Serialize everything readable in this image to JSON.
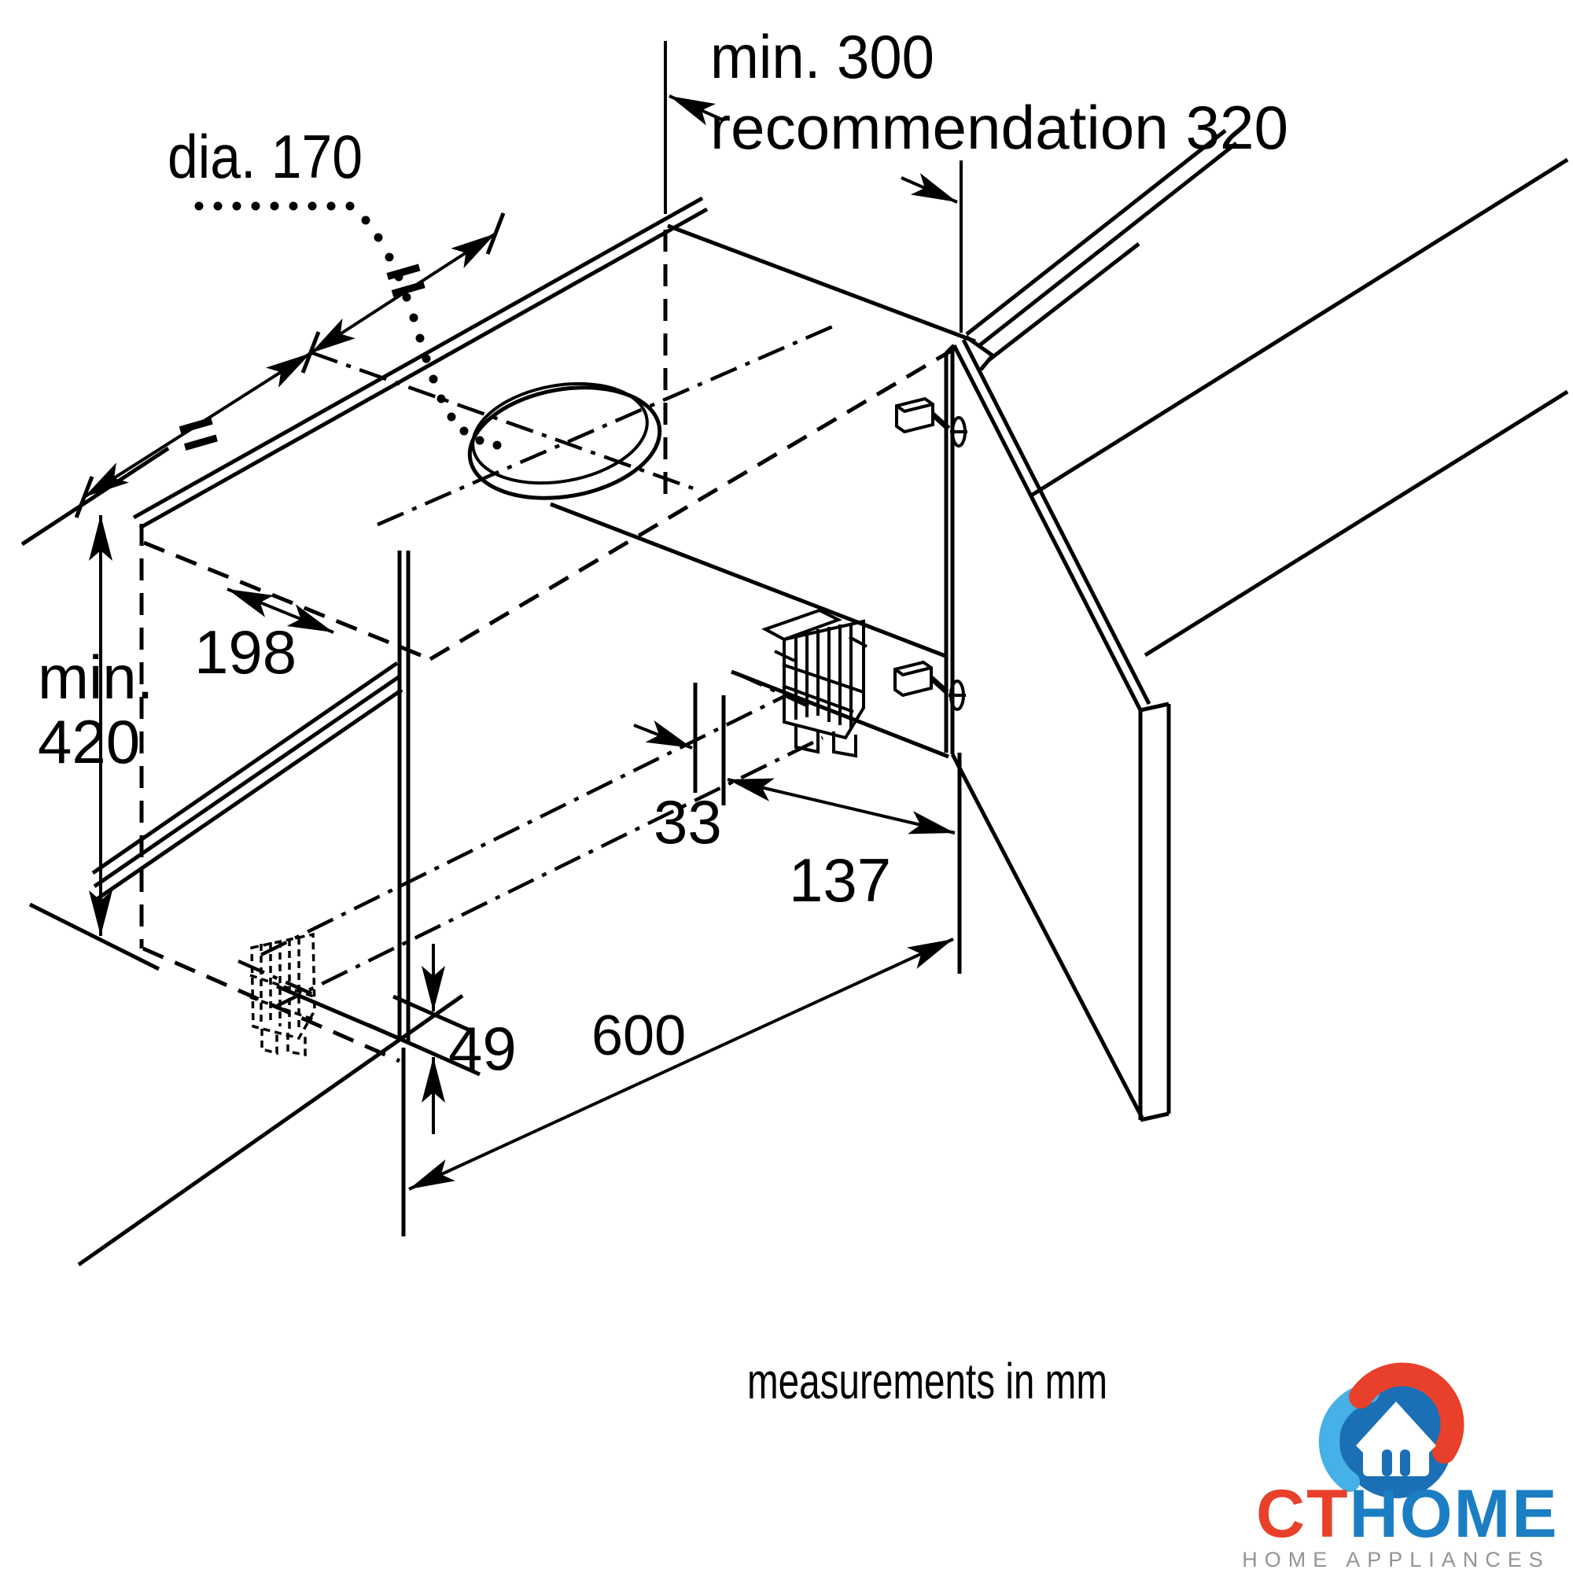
{
  "canvas": {
    "background": "#ffffff",
    "line_color": "#000000"
  },
  "diagram": {
    "labels": {
      "dia": "dia. 170",
      "min300": "min. 300",
      "rec320": "recommendation 320",
      "min": "min.",
      "v420": "420",
      "d198": "198",
      "d33": "33",
      "d137": "137",
      "d49": "49",
      "d600": "600",
      "eq_left": "=",
      "eq_right": "="
    },
    "footer": "measurements in mm",
    "units": "mm"
  },
  "logo": {
    "brand_red": "CT",
    "brand_blue": "HOME",
    "tagline": "HOME APPLIANCES",
    "colors": {
      "red": "#e8402a",
      "blue": "#1b7ec2",
      "dark_blue": "#1a6fb5",
      "light_blue": "#45b1e6",
      "gray": "#949494"
    }
  }
}
